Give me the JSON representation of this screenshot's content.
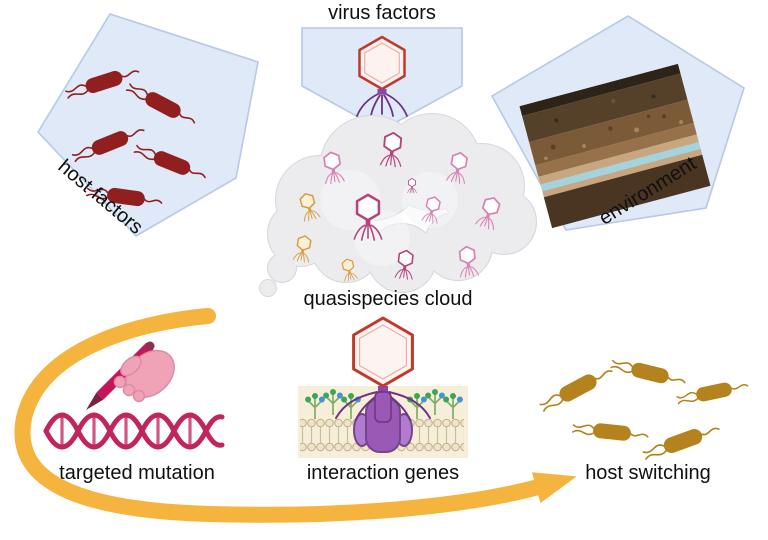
{
  "panels": {
    "virus_factors": {
      "label": "virus factors"
    },
    "host_factors": {
      "label": "host factors"
    },
    "environment": {
      "label": "environment"
    }
  },
  "cloud": {
    "label": "quasispecies cloud"
  },
  "processes": {
    "targeted_mutation": {
      "label": "targeted mutation"
    },
    "interaction_genes": {
      "label": "interaction genes"
    },
    "host_switching": {
      "label": "host switching"
    }
  },
  "icons": {
    "host_factors": "bacteria-icon",
    "virus_factors": "phage-icon",
    "environment": "soil-layers-icon",
    "cloud": "phage-cloud-icon",
    "targeted_mutation": "hand-pen-dna-icon",
    "interaction_genes": "phage-membrane-icon",
    "host_switching": "bacteria-icon",
    "flow": "curved-arrow-icon"
  },
  "colors": {
    "panel_fill": "#dfe9f7",
    "panel_stroke": "#b7c9e5",
    "cloud_fill": "#ececee",
    "cloud_stroke": "#d7d7db",
    "arrow": "#f4b43d",
    "phage_red": "#c0392b",
    "phage_magenta": "#b3447c",
    "phage_pink": "#d87fb4",
    "phage_orange": "#d89a3e",
    "host_bacteria": "#911f1f",
    "switch_bacteria": "#b5831d",
    "dna_pink": "#c2255c",
    "hand_pink": "#f0a3b6",
    "receptor_purple": "#9b59b6",
    "membrane_tan": "#f6eed9",
    "phage_tail_purple": "#6c3483"
  }
}
